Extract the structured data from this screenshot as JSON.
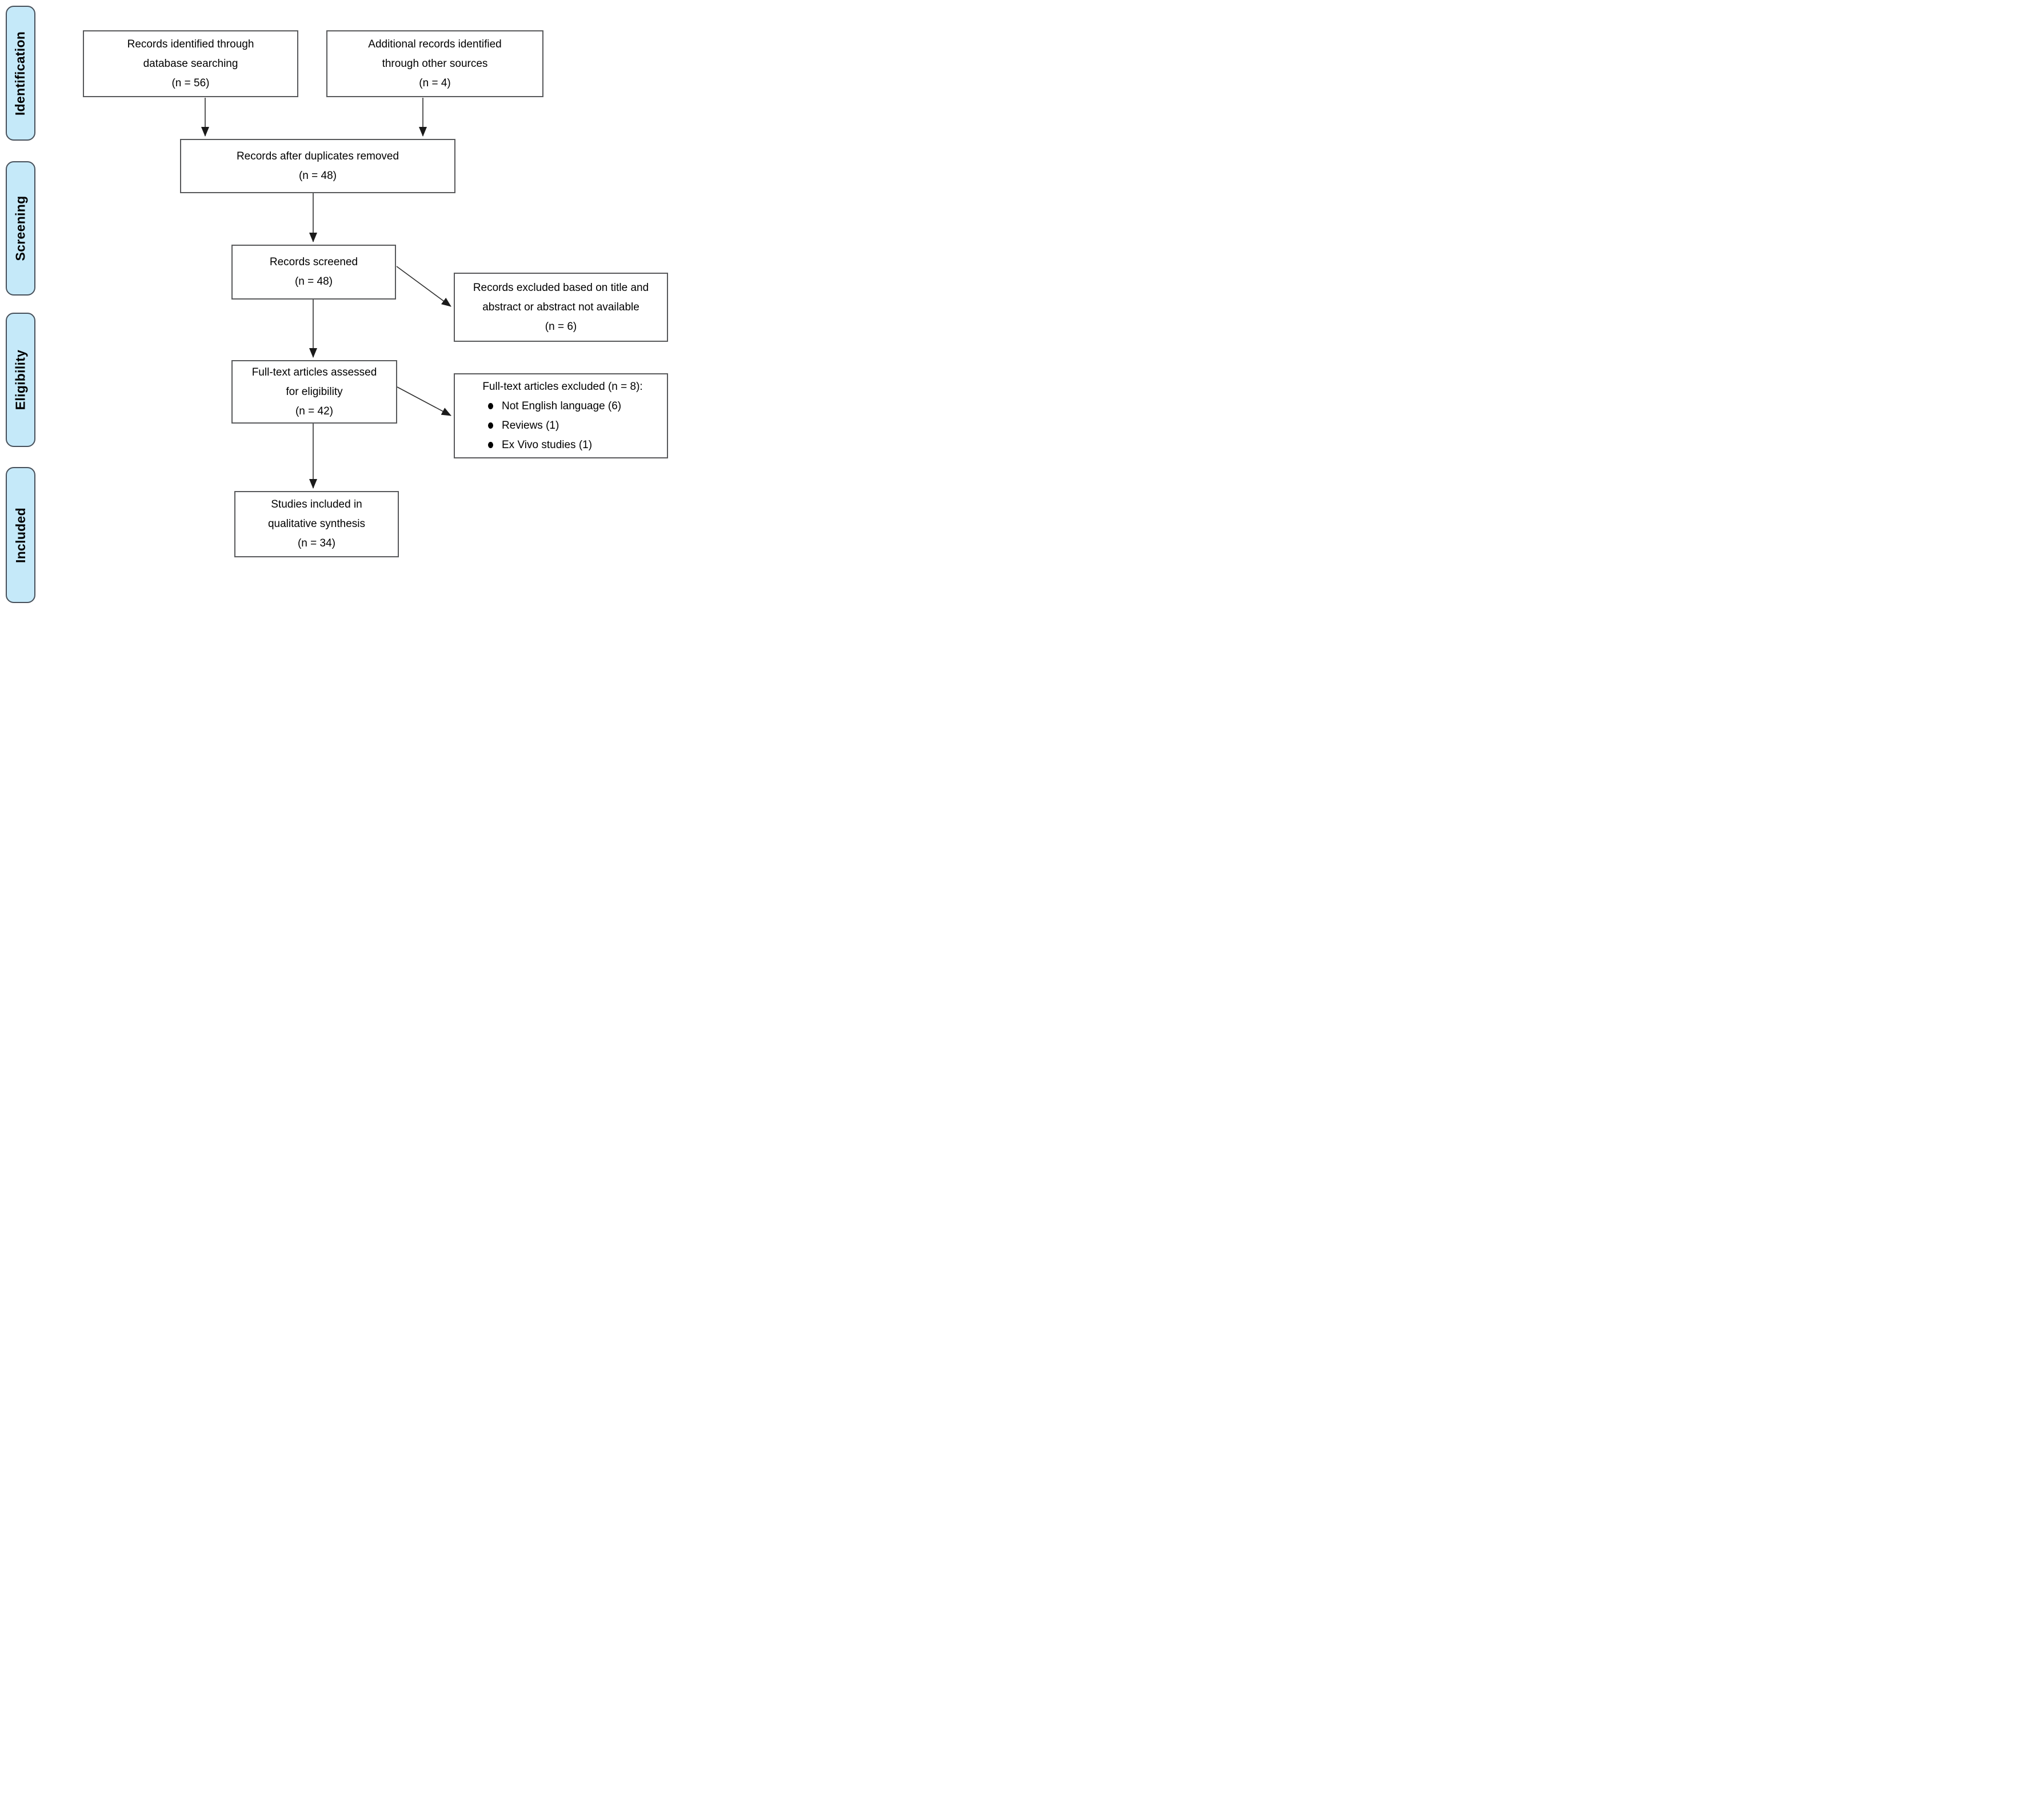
{
  "colors": {
    "phase_fill": "#c5e9f9",
    "phase_border": "#47505a",
    "box_border": "#58595b",
    "arrow": "#2f2f2f",
    "text": "#000000",
    "background": "#ffffff"
  },
  "phases": [
    {
      "label": "Identification"
    },
    {
      "label": "Screening"
    },
    {
      "label": "Eligibility"
    },
    {
      "label": "Included"
    }
  ],
  "boxes": {
    "records_identified": {
      "lines": [
        "Records identified through",
        "database searching",
        "(n = 56)"
      ]
    },
    "additional_records": {
      "lines": [
        "Additional records identified",
        "through other sources",
        "(n = 4)"
      ]
    },
    "after_duplicates": {
      "lines": [
        "Records after duplicates removed",
        "(n = 48)"
      ]
    },
    "records_screened": {
      "lines": [
        "Records screened",
        "(n = 48)"
      ]
    },
    "records_excluded": {
      "lines": [
        "Records excluded based on title and",
        "abstract or abstract not available",
        "(n = 6)"
      ]
    },
    "fulltext_assessed": {
      "lines": [
        "Full-text articles assessed",
        "for eligibility",
        "(n = 42)"
      ]
    },
    "fulltext_excluded": {
      "header": "Full-text articles excluded (n = 8):",
      "bullets": [
        "Not English language (6)",
        "Reviews (1)",
        "Ex Vivo studies (1)"
      ]
    },
    "studies_included": {
      "lines": [
        "Studies included in",
        "qualitative synthesis",
        "(n = 34)"
      ]
    }
  }
}
